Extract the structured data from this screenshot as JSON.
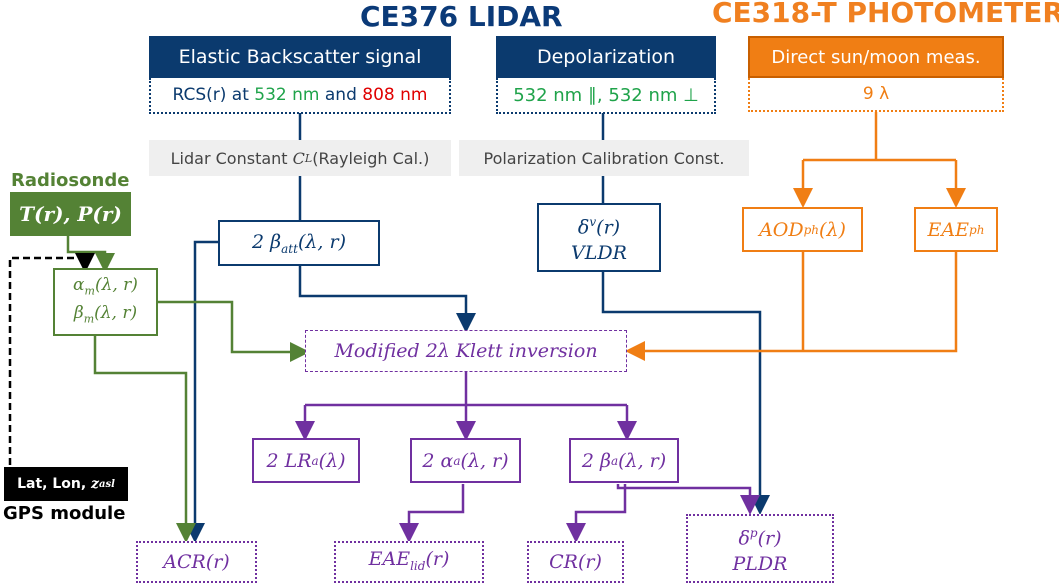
{
  "titles": {
    "lidar": "CE376 LIDAR",
    "photometer": "CE318-T PHOTOMETER"
  },
  "elastic": {
    "header": "Elastic Backscatter signal",
    "rcs_prefix": "RCS(r) at ",
    "wl_green": "532 nm",
    "and": " and ",
    "wl_red": "808 nm",
    "calib_text": "Lidar Constant ",
    "calib_symbol": "C",
    "calib_sub": "L",
    "calib_suffix": "(Rayleigh Cal.)",
    "beta_att": "2 β",
    "beta_att_sub": "att",
    "beta_att_args": "(λ, r)"
  },
  "depol": {
    "header": "Depolarization",
    "channels": "532 nm ∥, 532 nm ⊥",
    "calib": "Polarization Calibration Const.",
    "vldr_top": "δ",
    "vldr_sup": "v",
    "vldr_args": "(r)",
    "vldr_bottom": "VLDR"
  },
  "photometer": {
    "header": "Direct sun/moon meas.",
    "wavelengths": "9 λ",
    "aod": "AOD",
    "aod_sub": "ph",
    "aod_args": "(λ)",
    "eae": "EAE",
    "eae_sub": "ph"
  },
  "radiosonde": {
    "label": "Radiosonde",
    "vars": "T(r), P(r)",
    "alpha": "α",
    "beta": "β",
    "sub_m": "m",
    "args": "(λ, r)"
  },
  "gps": {
    "coords_prefix": "Lat, Lon, ",
    "coords_z": "z",
    "coords_sub": "asl",
    "label": "GPS module"
  },
  "klett": "Modified 2λ Klett inversion",
  "outputs": {
    "lr": "2 LR",
    "lr_sub": "a",
    "lr_args": "(λ)",
    "alpha": "2 α",
    "alpha_sub": "a",
    "alpha_args": "(λ, r)",
    "beta": "2 β",
    "beta_sub": "a",
    "beta_args": "(λ, r)"
  },
  "finals": {
    "acr": "ACR(r)",
    "eae": "EAE",
    "eae_sub": "lid",
    "eae_args": "(r)",
    "cr": "CR(r)",
    "pldr_top": "δ",
    "pldr_sup": "p",
    "pldr_args": "(r)",
    "pldr_bottom": "PLDR"
  },
  "colors": {
    "navy": "#0b3a6e",
    "orange": "#f07e14",
    "green": "#548235",
    "purple": "#7030a0",
    "green_text": "#1fa34a",
    "red_text": "#e00000"
  }
}
